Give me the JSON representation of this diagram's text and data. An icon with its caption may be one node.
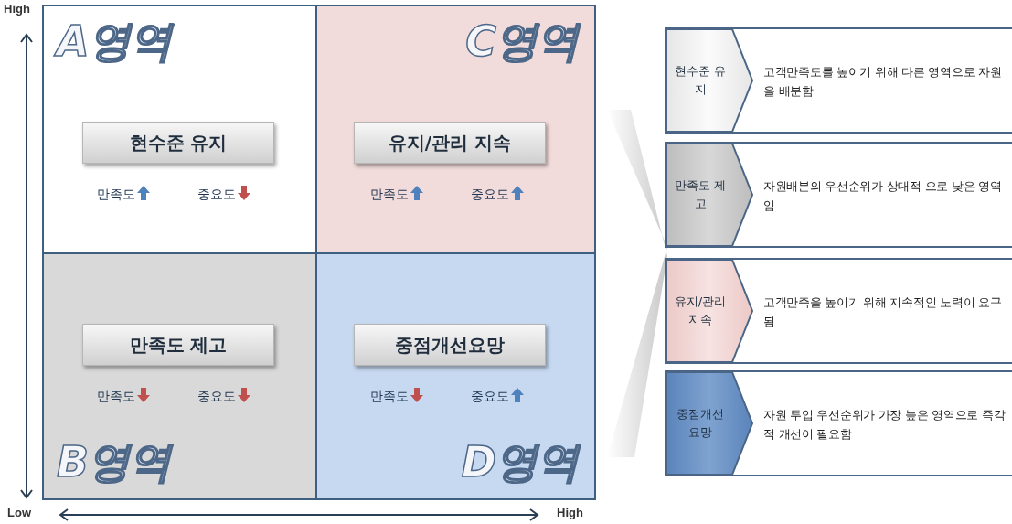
{
  "diagram": {
    "nodes": [
      {
        "text": [],
        "shape": "box"
      },
      {
        "text": [
          "A영역",
          "만족도",
          "중요도"
        ],
        "in": 0
      },
      {
        "text": [
          "현수준 유지"
        ],
        "in": 1
      },
      {
        "text": [
          "C영역",
          "만족도",
          "중요도"
        ],
        "in": 0
      },
      {
        "text": [
          "유지/관리 지속"
        ],
        "in": 3
      },
      {
        "text": [
          "만족도",
          "중요도",
          "B영역"
        ],
        "in": 0
      },
      {
        "text": [
          "만족도 제고"
        ],
        "in": 5
      },
      {
        "text": [
          "만족도",
          "중요도",
          "D영역"
        ],
        "in": 0
      },
      {
        "text": [
          "중점개선요망"
        ],
        "in": 7
      },
      {
        "text": [
          "고객만족도를 높이기 위해 다른 영역으로 자원을 배분함"
        ]
      },
      {
        "text": [
          "현수준 유지"
        ],
        "in": 9
      },
      {
        "text": [
          "자원배분의 우선순위가 상대적 으로 낮은 영역임"
        ]
      },
      {
        "text": [
          "만족도 제고"
        ],
        "in": 11
      },
      {
        "text": [
          "고객만족을 높이기 위해 지속적인 노력이 요구됨"
        ]
      },
      {
        "text": [
          "유지/관리 지속"
        ],
        "in": 13
      },
      {
        "text": [
          "자원 투입 우선순위가 가장 높은 영역으로 즉각적 개선이 필요함"
        ]
      },
      {
        "text": [
          "중점개선 요망"
        ],
        "in": 15
      }
    ],
    "labels": [
      "High",
      "Low",
      "High"
    ]
  }
}
